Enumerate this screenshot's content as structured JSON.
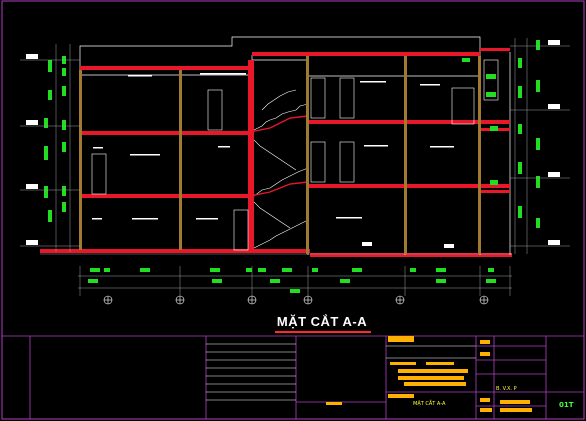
{
  "drawing": {
    "title": "MẶT CẮT A-A",
    "sheet_label": "MẶT CẮT A-A",
    "designer_code": "B. V.X. P",
    "sheet_code": "01T"
  },
  "colors": {
    "background": "#000000",
    "slab": "#e8182a",
    "wall_outline": "#ffffff",
    "dimension": "#9aa0a8",
    "level_marker": "#22dd22",
    "title_block_border": "#b040c0",
    "title_block_fill": "#ffb000",
    "title_block_text": "#ffff33",
    "column": "#a07a30"
  },
  "icons": {
    "grid_bubble": "crosshair-circle-icon",
    "level_marker": "elevation-marker-icon"
  }
}
